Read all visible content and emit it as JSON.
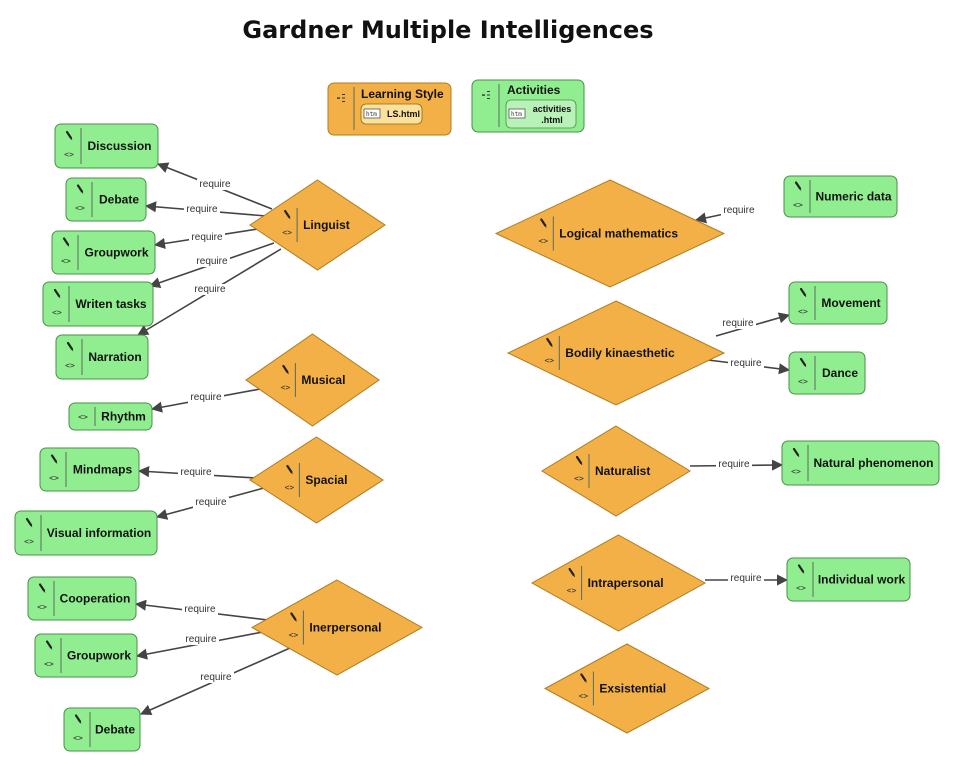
{
  "title": "Gardner Multiple Intelligences",
  "legend": {
    "learning_style": {
      "label": "Learning Style",
      "link": "LS.html",
      "link_icon": "htm"
    },
    "activities": {
      "label": "Activities",
      "link_line1": "activities",
      "link_line2": ".html",
      "link_icon": "htm"
    }
  },
  "intelligences": [
    "Linguist",
    "Musical",
    "Spacial",
    "Inerpersonal",
    "Logical mathematics",
    "Bodily kinaesthetic",
    "Naturalist",
    "Intrapersonal",
    "Exsistential"
  ],
  "activities": [
    "Discussion",
    "Debate",
    "Groupwork",
    "Writen tasks",
    "Narration",
    "Rhythm",
    "Mindmaps",
    "Visual information",
    "Cooperation",
    "Groupwork",
    "Debate",
    "Numeric data",
    "Movement",
    "Dance",
    "Natural phenomenon",
    "Individual work"
  ],
  "relation_label": "require",
  "icons": {
    "pen": "pen-icon",
    "code": "code-icon",
    "menu": "menu-icon",
    "file": "htm-file-icon"
  },
  "colors": {
    "activity_fill": "#90ee90",
    "intelligence_fill": "#f2b046",
    "edge": "#444444"
  }
}
